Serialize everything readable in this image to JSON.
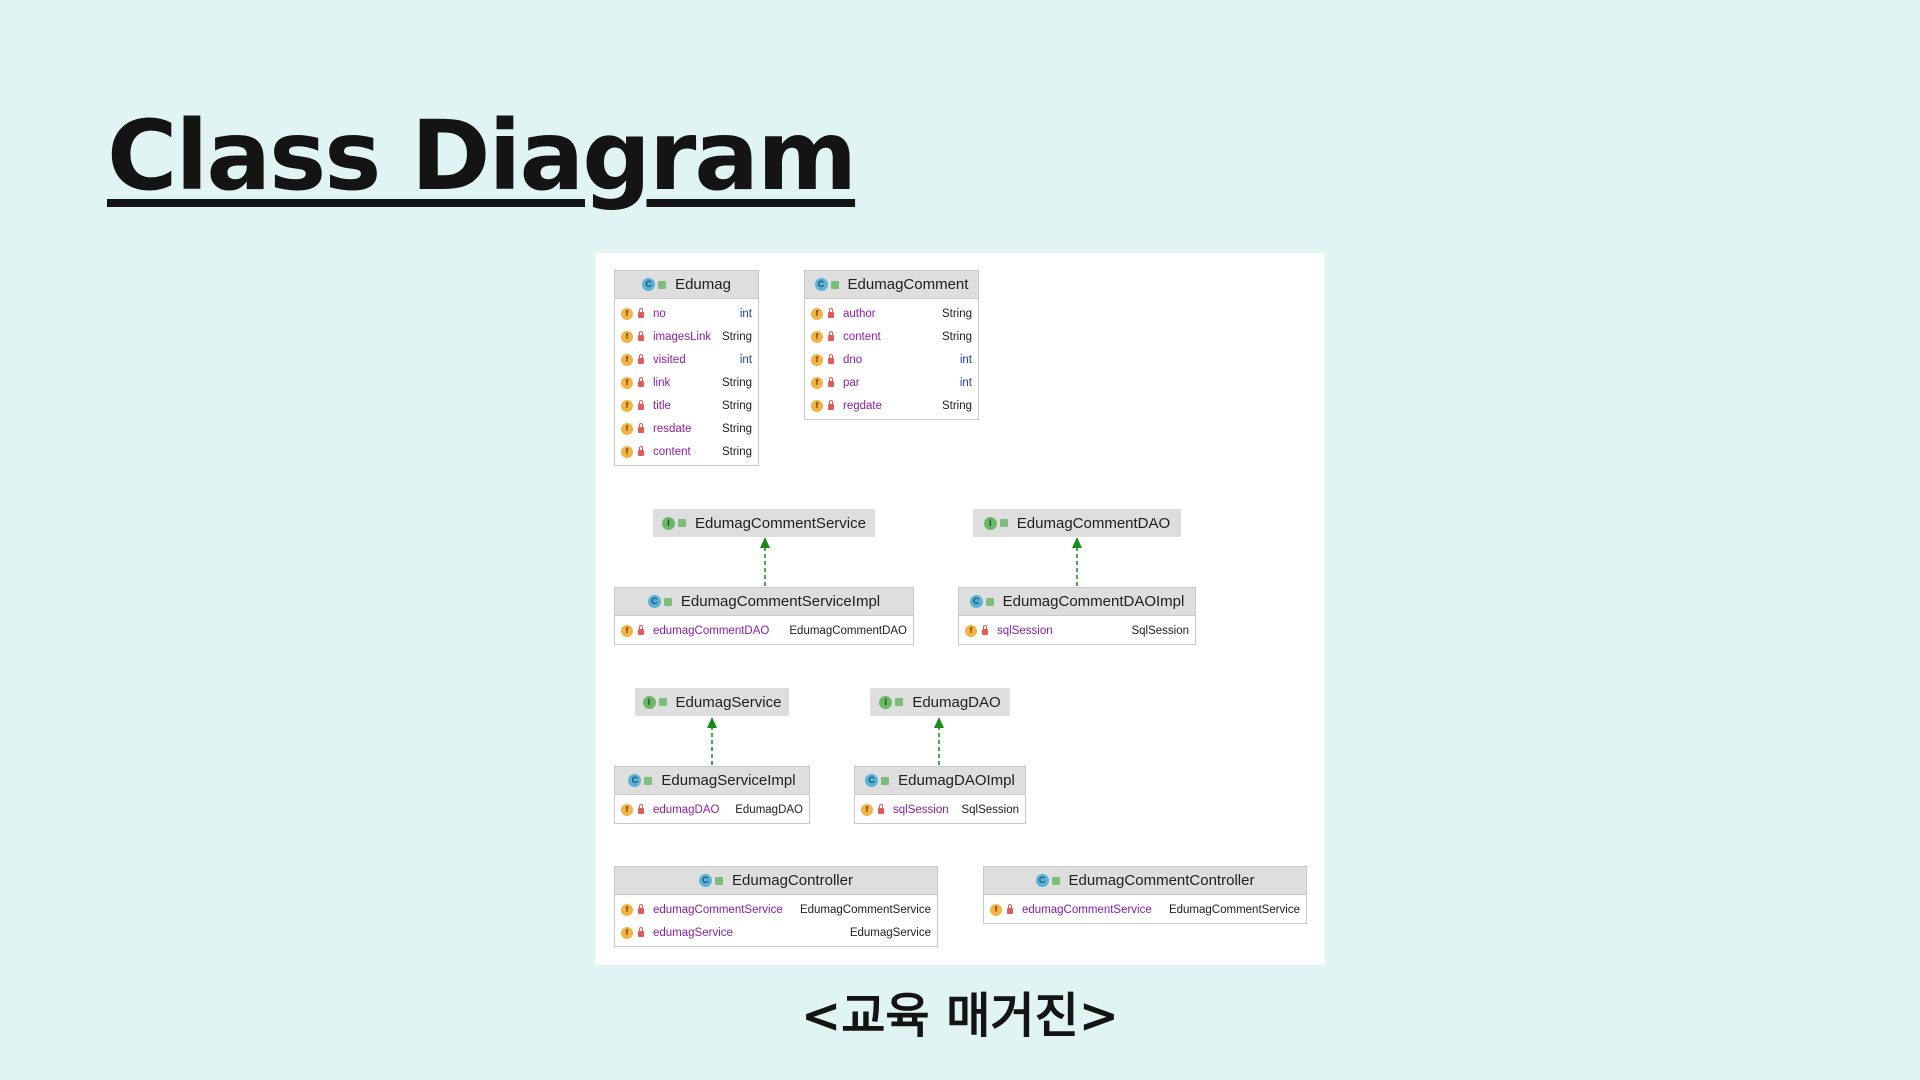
{
  "title": "Class Diagram",
  "caption": "<교육 매거진>",
  "colors": {
    "background": "#e0f4f3",
    "field_name": "#8a1ea8",
    "primitive_type": "#1a3fbf",
    "realization_arrow": "#1a8a1a"
  },
  "classes": {
    "edumag": {
      "name": "Edumag",
      "kind": "class",
      "fields": [
        {
          "name": "no",
          "type": "int"
        },
        {
          "name": "imagesLink",
          "type": "String"
        },
        {
          "name": "visited",
          "type": "int"
        },
        {
          "name": "link",
          "type": "String"
        },
        {
          "name": "title",
          "type": "String"
        },
        {
          "name": "resdate",
          "type": "String"
        },
        {
          "name": "content",
          "type": "String"
        }
      ]
    },
    "edumag_comment": {
      "name": "EdumagComment",
      "kind": "class",
      "fields": [
        {
          "name": "author",
          "type": "String"
        },
        {
          "name": "content",
          "type": "String"
        },
        {
          "name": "dno",
          "type": "int"
        },
        {
          "name": "par",
          "type": "int"
        },
        {
          "name": "regdate",
          "type": "String"
        }
      ]
    },
    "edumag_comment_service": {
      "name": "EdumagCommentService",
      "kind": "interface"
    },
    "edumag_comment_dao": {
      "name": "EdumagCommentDAO",
      "kind": "interface"
    },
    "edumag_comment_service_impl": {
      "name": "EdumagCommentServiceImpl",
      "kind": "class",
      "fields": [
        {
          "name": "edumagCommentDAO",
          "type": "EdumagCommentDAO"
        }
      ]
    },
    "edumag_comment_dao_impl": {
      "name": "EdumagCommentDAOImpl",
      "kind": "class",
      "fields": [
        {
          "name": "sqlSession",
          "type": "SqlSession"
        }
      ]
    },
    "edumag_service": {
      "name": "EdumagService",
      "kind": "interface"
    },
    "edumag_dao": {
      "name": "EdumagDAO",
      "kind": "interface"
    },
    "edumag_service_impl": {
      "name": "EdumagServiceImpl",
      "kind": "class",
      "fields": [
        {
          "name": "edumagDAO",
          "type": "EdumagDAO"
        }
      ]
    },
    "edumag_dao_impl": {
      "name": "EdumagDAOImpl",
      "kind": "class",
      "fields": [
        {
          "name": "sqlSession",
          "type": "SqlSession"
        }
      ]
    },
    "edumag_controller": {
      "name": "EdumagController",
      "kind": "class",
      "fields": [
        {
          "name": "edumagCommentService",
          "type": "EdumagCommentService"
        },
        {
          "name": "edumagService",
          "type": "EdumagService"
        }
      ]
    },
    "edumag_comment_controller": {
      "name": "EdumagCommentController",
      "kind": "class",
      "fields": [
        {
          "name": "edumagCommentService",
          "type": "EdumagCommentService"
        }
      ]
    }
  },
  "relations": [
    {
      "from": "EdumagCommentServiceImpl",
      "to": "EdumagCommentService",
      "type": "realization"
    },
    {
      "from": "EdumagCommentDAOImpl",
      "to": "EdumagCommentDAO",
      "type": "realization"
    },
    {
      "from": "EdumagServiceImpl",
      "to": "EdumagService",
      "type": "realization"
    },
    {
      "from": "EdumagDAOImpl",
      "to": "EdumagDAO",
      "type": "realization"
    }
  ]
}
